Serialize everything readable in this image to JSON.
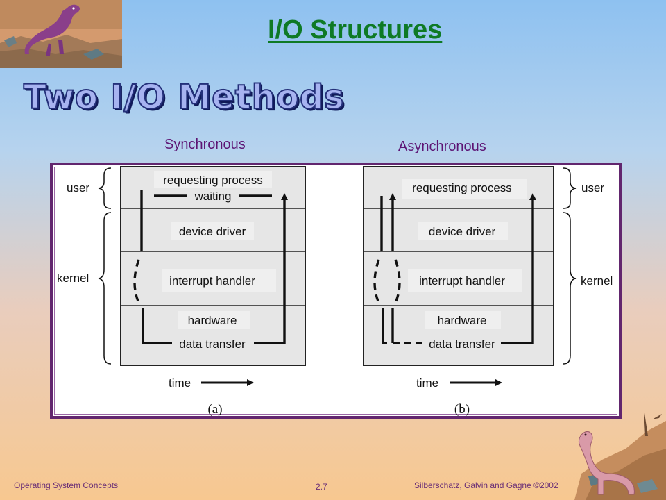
{
  "slide": {
    "title": "I/O Structures",
    "heading": "Two I/O Methods",
    "caption_sync": "Synchronous",
    "caption_async": "Asynchronous"
  },
  "diagram": {
    "a": {
      "user_label": "user",
      "kernel_label": "kernel",
      "row_requesting": "requesting process",
      "row_waiting": "waiting",
      "row_driver": "device driver",
      "row_interrupt": "interrupt handler",
      "row_hardware": "hardware",
      "row_transfer": "data transfer",
      "time_label": "time",
      "panel_label": "(a)"
    },
    "b": {
      "user_label": "user",
      "kernel_label": "kernel",
      "row_requesting": "requesting process",
      "row_driver": "device driver",
      "row_interrupt": "interrupt handler",
      "row_hardware": "hardware",
      "row_transfer": "data transfer",
      "time_label": "time",
      "panel_label": "(b)"
    }
  },
  "footer": {
    "left": "Operating System Concepts",
    "center": "2.7",
    "right": "Silberschatz, Galvin and  Gagne ©2002"
  },
  "colors": {
    "title": "#0e7a25",
    "heading_fill": "#a7b3f0",
    "caption": "#5d1574",
    "frame": "#62266e"
  },
  "icons": [
    "dinosaur-logo-top-left",
    "dinosaur-logo-bottom-right"
  ]
}
